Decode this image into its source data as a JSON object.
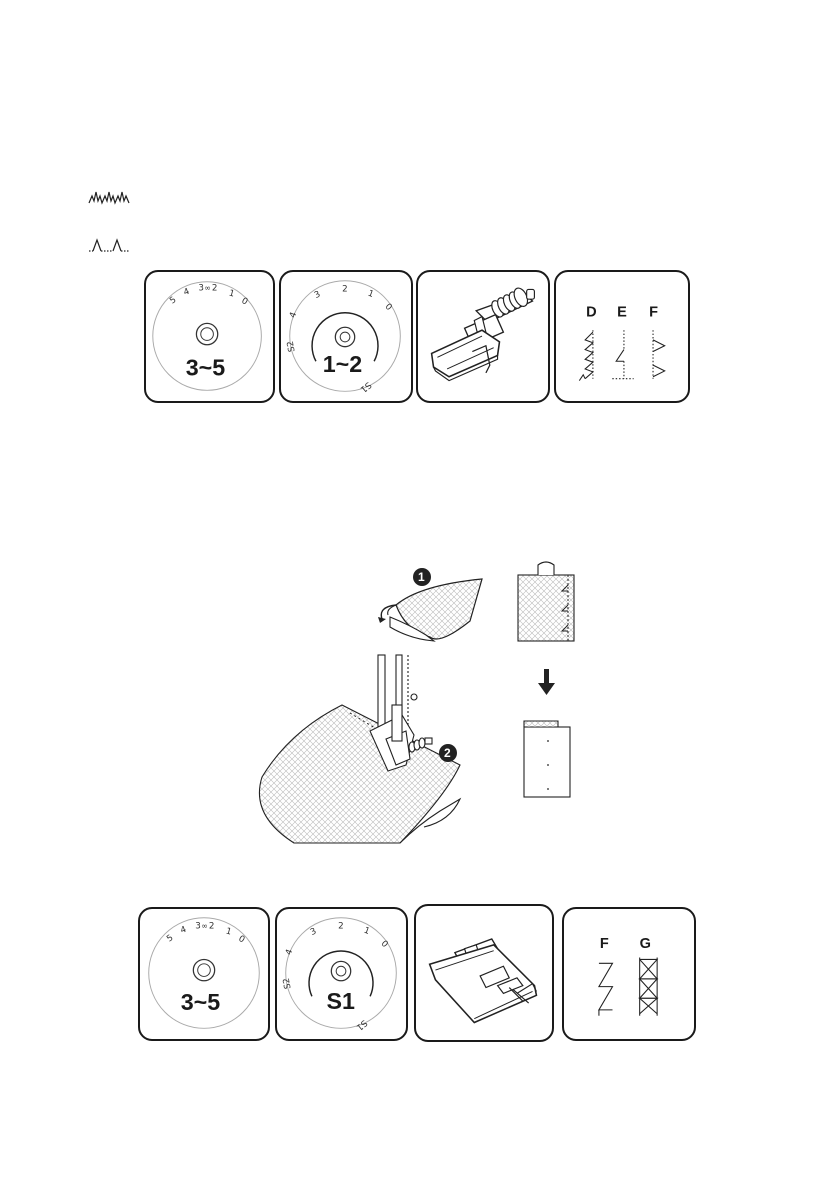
{
  "legend_icons": [
    {
      "icon": "multi-zigzag-stitch-icon"
    },
    {
      "icon": "blind-hem-stitch-icon"
    }
  ],
  "row1": {
    "width_dial": {
      "ticks": [
        "5",
        "4",
        "3",
        "2",
        "1",
        "0"
      ],
      "value": "3~5"
    },
    "length_dial": {
      "ticks": [
        "4",
        "3",
        "2",
        "1",
        "0",
        "S2",
        "S1"
      ],
      "value": "1~2"
    },
    "presser_foot": {
      "icon": "blind-hem-foot-icon"
    },
    "stitch_patterns": {
      "labels": [
        "D",
        "E",
        "F"
      ]
    }
  },
  "illustration": {
    "step_badges": [
      "1",
      "2"
    ]
  },
  "row2": {
    "width_dial": {
      "ticks": [
        "5",
        "4",
        "3",
        "2",
        "1",
        "0"
      ],
      "value": "3~5"
    },
    "length_dial": {
      "ticks": [
        "4",
        "3",
        "2",
        "1",
        "0",
        "S2",
        "S1"
      ],
      "value": "S1"
    },
    "presser_foot": {
      "icon": "overedge-foot-icon"
    },
    "stitch_patterns": {
      "labels": [
        "F",
        "G"
      ]
    }
  }
}
